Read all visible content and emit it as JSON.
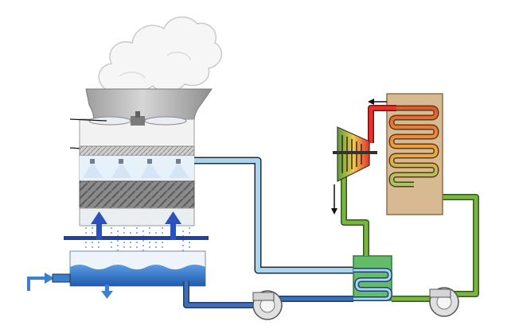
{
  "diagram": {
    "components": [
      "steam-plume",
      "fan-stack",
      "fan",
      "drift-eliminator",
      "spray-nozzles",
      "fill-media",
      "air-inlet-arrows",
      "water-rain",
      "cold-water-basin",
      "makeup-water-inlet",
      "blowdown-outlet",
      "condenser-water-pump",
      "condenser",
      "refrigerant-pump",
      "turbine",
      "boiler-heat-exchanger"
    ],
    "colors": {
      "steam": "#f4f4f4",
      "fan_stack": "#b9b9b9",
      "tower_casing": "#f2f2f2",
      "fill_dark": "#6f6f6f",
      "spray_light": "#d8e9f6",
      "water_blue": "#3c7fd0",
      "basin_blue": "#2f6fc4",
      "air_arrow_blue": "#2340a0",
      "cool_pipe": "#a9d6ee",
      "cool_pipe_outline": "#2a2a2a",
      "warm_return_pipe": "#3f6fb5",
      "hot_red": "#e8312a",
      "hot_orange": "#f4a02a",
      "green_pipe": "#7cb342",
      "condenser_green": "#66bb6a",
      "boiler_tan": "#d7ba91",
      "pump_gray": "#e0e0e0"
    }
  }
}
